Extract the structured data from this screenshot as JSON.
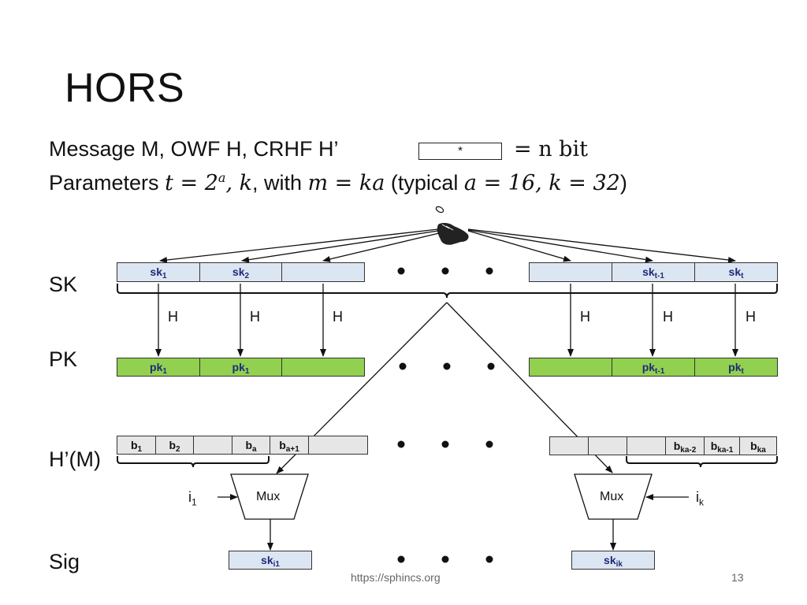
{
  "slide": {
    "title": "HORS",
    "line1_text": "Message M, OWF H, CRHF H’",
    "star": "*",
    "eq_n_bit": "= n bit",
    "line2": {
      "parameters": "Parameters ",
      "t_expr": "t = 2",
      "a_sup": "a",
      "k_expr": ", k",
      "with": ", with ",
      "m_expr": "m = ka",
      "typical": " (typical ",
      "typical_vals": "a = 16, k = 32",
      "close": ")"
    },
    "footer": "https://sphincs.org",
    "page_number": "13"
  },
  "rows": {
    "sk": "SK",
    "pk": "PK",
    "hm": "H’(M)",
    "sig": "Sig"
  },
  "sk_cells": {
    "c1": {
      "base": "sk",
      "sub": "1"
    },
    "c2": {
      "base": "sk",
      "sub": "2"
    },
    "c5": {
      "base": "sk",
      "sub": "t-1"
    },
    "c6": {
      "base": "sk",
      "sub": "t"
    }
  },
  "pk_cells": {
    "c1": {
      "base": "pk",
      "sub": "1"
    },
    "c2": {
      "base": "pk",
      "sub": "1"
    },
    "c5": {
      "base": "pk",
      "sub": "t-1"
    },
    "c6": {
      "base": "pk",
      "sub": "t"
    }
  },
  "hash_label": "H",
  "b_cells_left": [
    {
      "base": "b",
      "sub": "1"
    },
    {
      "base": "b",
      "sub": "2"
    },
    {
      "base": "",
      "sub": ""
    },
    {
      "base": "b",
      "sub": "a"
    },
    {
      "base": "b",
      "sub": "a+1"
    },
    {
      "base": "",
      "sub": ""
    }
  ],
  "b_cells_right": [
    {
      "base": "",
      "sub": ""
    },
    {
      "base": "",
      "sub": ""
    },
    {
      "base": "",
      "sub": ""
    },
    {
      "base": "b",
      "sub": "ka-2"
    },
    {
      "base": "b",
      "sub": "ka-1"
    },
    {
      "base": "b",
      "sub": "ka"
    }
  ],
  "mux": "Mux",
  "index_left": {
    "base": "i",
    "sub": "1"
  },
  "index_right": {
    "base": "i",
    "sub": "k"
  },
  "sig_left": {
    "base": "sk",
    "sub": "i1"
  },
  "sig_right": {
    "base": "sk",
    "sub": "ik"
  },
  "colors": {
    "sk_fill": "#dce6f2",
    "pk_fill": "#92d050",
    "b_fill": "#e6e6e6",
    "label_blue": "#1f2a7a"
  }
}
